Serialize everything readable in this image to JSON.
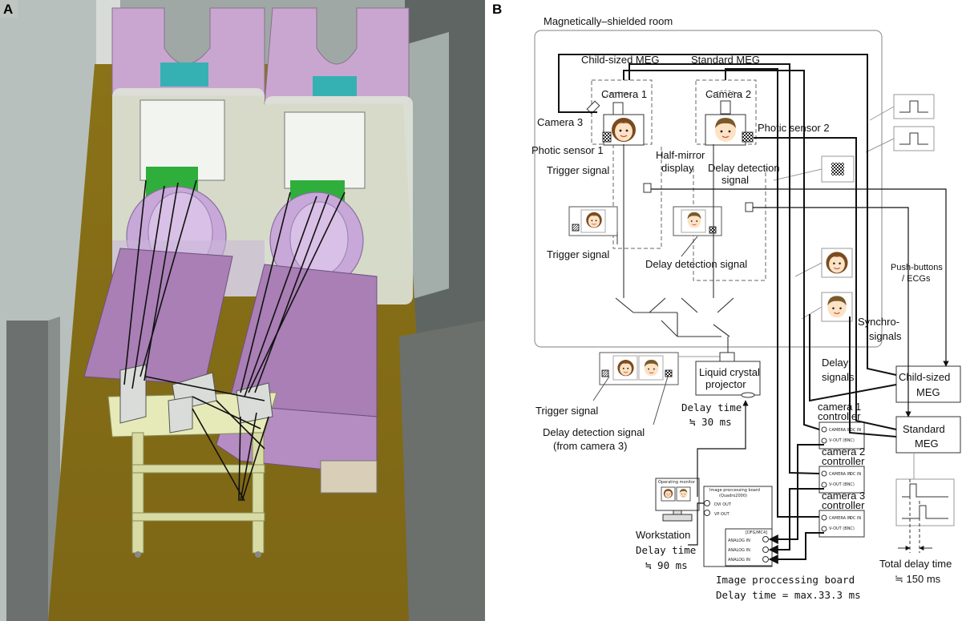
{
  "panels": [
    "A",
    "B"
  ],
  "room": {
    "label": "Magnetically–shielded room"
  },
  "labels": {
    "child_meg_top": "Child-sized MEG",
    "standard_meg_top": "Standard MEG",
    "camera1": "Camera 1",
    "camera2": "Camera 2",
    "camera3": "Camera 3",
    "photic1": "Photic sensor 1",
    "photic2": "Photic sensor 2",
    "trigger_signal": "Trigger signal",
    "half_mirror_1": "Half-mirror",
    "half_mirror_2": "display",
    "delay_detection_1": "Delay detection",
    "delay_detection_2": "signal",
    "delay_detection_signal": "Delay detection signal",
    "push_buttons_1": "Push-buttons",
    "push_buttons_2": "/ ECGs",
    "synchro_1": "Synchro-",
    "synchro_2": "signals",
    "delay_signals_1": "Delay",
    "delay_signals_2": "signals",
    "delay_detection_from_cam3_1": "Delay detection signal",
    "delay_detection_from_cam3_2": "(from camera 3)",
    "projector_1": "Liquid crystal",
    "projector_2": "projector",
    "projector_delay_1": "Delay time",
    "projector_delay_2": "≒ 30 ms",
    "operating_monitor": "Operating monitor",
    "workstation": "Workstation",
    "workstation_delay_1": "Delay time",
    "workstation_delay_2": "≒ 90 ms",
    "board_name_1": "Image proccessing board",
    "board_name_2": "(Quadro2000)",
    "board_name_3": "[DFG/MC4]",
    "port_dvi": "DVI OUT",
    "port_vp": "VP OUT",
    "analog_in": "ANALOG IN",
    "board_label": "Image proccessing board",
    "board_delay": "Delay time = max.33.3 ms",
    "cam1_ctrl_1": "camera 1",
    "cam2_ctrl_1": "camera 2",
    "cam3_ctrl_1": "camera 3",
    "controller": "controller",
    "camera_in": "CAMERA IN",
    "v_out": "V-OUT (BNC)",
    "dc_in": "DC IN",
    "child_sized": "Child-sized",
    "standard": "Standard",
    "meg": "MEG",
    "total_delay_1": "Total delay time",
    "total_delay_2": "≒ 150 ms"
  }
}
